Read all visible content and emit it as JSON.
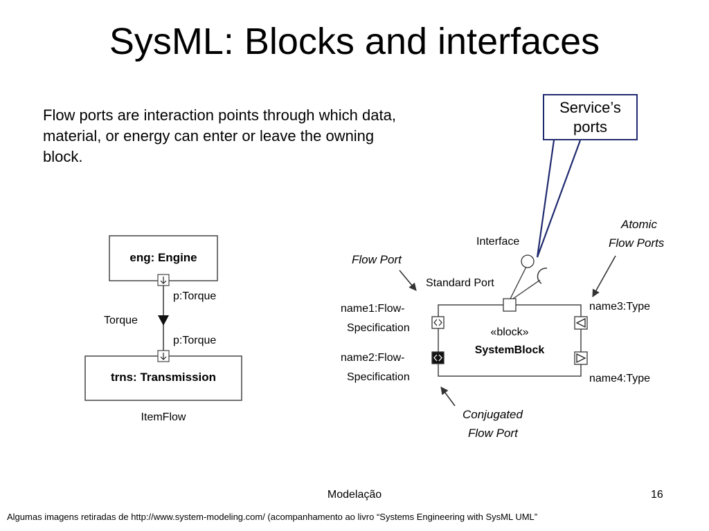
{
  "slide": {
    "title": "SysML: Blocks and interfaces",
    "body": "Flow ports are interaction points through which data, material, or energy can enter or leave the owning block.",
    "callout": "Service’s ports",
    "footer": "Modelação",
    "page_number": "16",
    "source_note": "Algumas imagens retiradas de http://www.system-modeling.com/ (acompanhamento ao livro “Systems Engineering with SysML UML”"
  },
  "left_diagram": {
    "top_block": "eng:  Engine",
    "top_port_label": "p:Torque",
    "flow_label": "Torque",
    "bottom_port_label": "p:Torque",
    "bottom_block": "trns:   Transmission",
    "caption": "ItemFlow"
  },
  "right_diagram": {
    "stereotype": "«block»",
    "block_name": "SystemBlock",
    "interface_label": "Interface",
    "standard_port_label": "Standard Port",
    "flow_port_note": "Flow Port",
    "atomic_note_line1": "Atomic",
    "atomic_note_line2": "Flow Ports",
    "conjugated_note_line1": "Conjugated",
    "conjugated_note_line2": "Flow Port",
    "port1_line1": "name1:Flow-",
    "port1_line2": "Specification",
    "port2_line1": "name2:Flow-",
    "port2_line2": "Specification",
    "port3_label": "name3:Type",
    "port4_label": "name4:Type"
  }
}
